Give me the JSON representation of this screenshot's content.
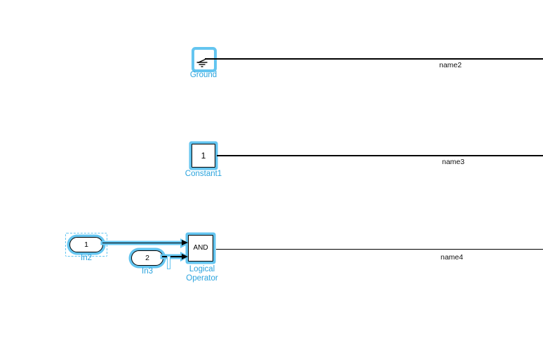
{
  "colors": {
    "selection_blue": "#64C5F0",
    "label_blue": "#2AA3DD",
    "wire_black": "#000000",
    "canvas_bg": "#FFFFFF"
  },
  "blocks": {
    "ground": {
      "name": "Ground",
      "icon": "ground-symbol-icon"
    },
    "constant1": {
      "name": "Constant1",
      "value": "1"
    },
    "in2": {
      "name": "In2",
      "port_number": "1"
    },
    "in3": {
      "name": "In3",
      "port_number": "2"
    },
    "logical_operator": {
      "name_line1": "Logical",
      "name_line2": "Operator",
      "operator": "AND"
    }
  },
  "signals": {
    "name2": {
      "label": "name2"
    },
    "name3": {
      "label": "name3"
    },
    "name4": {
      "label": "name4"
    }
  }
}
